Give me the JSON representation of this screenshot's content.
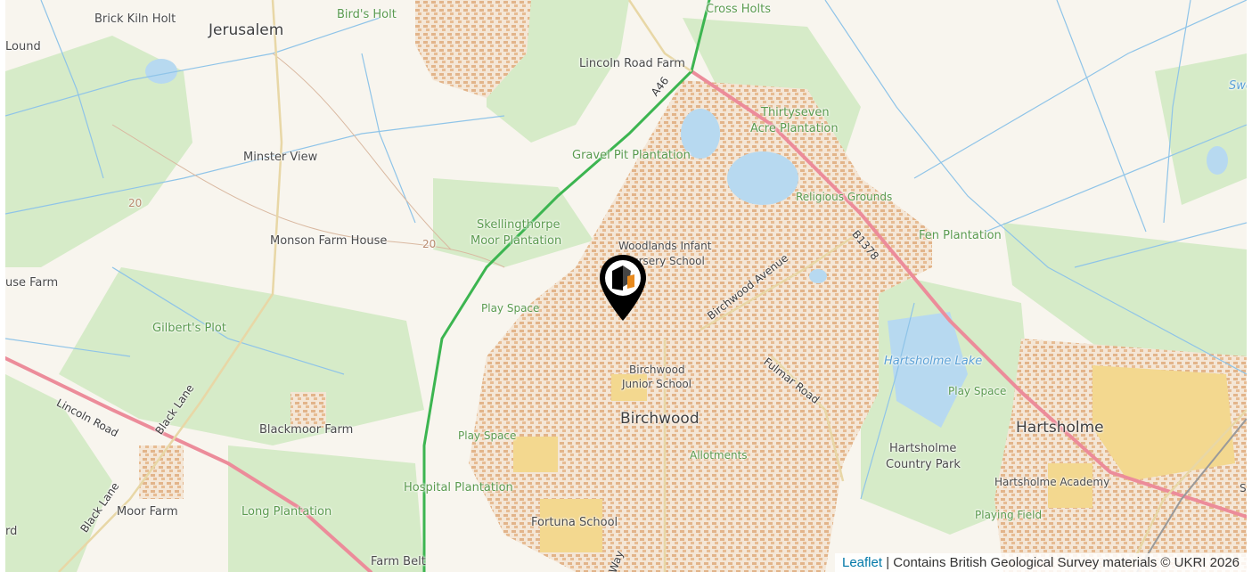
{
  "attribution": {
    "link": "Leaflet",
    "separator": "|",
    "text": "Contains British Geological Survey materials © UKRI 2026"
  },
  "labels": {
    "brick_kiln_holt": "Brick Kiln Holt",
    "jerusalem": "Jerusalem",
    "birds_holt": "Bird's Holt",
    "cross_holts": "Cross Holts",
    "lound": "Lound",
    "lincoln_road_farm": "Lincoln Road Farm",
    "a46": "A46",
    "thirtyseven_1": "Thirtyseven",
    "thirtyseven_2": "Acre Plantation",
    "minster_view": "Minster View",
    "gravel_pit_plantation": "Gravel Pit Plantation",
    "religious_grounds": "Religious Grounds",
    "contour_20a": "20",
    "contour_20b": "20",
    "skellingthorpe_1": "Skellingthorpe",
    "skellingthorpe_2": "Moor Plantation",
    "monson_farm_house": "Monson Farm House",
    "woodlands_1": "Woodlands Infant",
    "woodlands_2": "Nursery School",
    "b1378": "B1378",
    "fen_plantation": "Fen Plantation",
    "use_farm": "use Farm",
    "birchwood_avenue": "Birchwood Avenue",
    "play_space_1": "Play Space",
    "gilberts_plot": "Gilbert's Plot",
    "fulmar_road": "Fulmar Road",
    "hartsholme_lake": "Hartsholme Lake",
    "birchwood_junior_1": "Birchwood",
    "birchwood_junior_2": "Junior School",
    "lincoln_road": "Lincoln Road",
    "black_lane_1": "Black Lane",
    "play_space_2": "Play Space",
    "birchwood": "Birchwood",
    "hartsholme": "Hartsholme",
    "blackmoor_farm": "Blackmoor Farm",
    "play_space_3": "Play Space",
    "hartsholme_cp_1": "Hartsholme",
    "hartsholme_cp_2": "Country Park",
    "allotments": "Allotments",
    "hospital_plantation": "Hospital Plantation",
    "hartsholme_academy": "Hartsholme Academy",
    "black_lane_2": "Black Lane",
    "moor_farm": "Moor Farm",
    "long_plantation": "Long Plantation",
    "playing_field": "Playing Field",
    "fortuna_school": "Fortuna School",
    "rd": "rd",
    "farm_belt": "Farm Belt",
    "way": "Way",
    "swo": "Swo",
    "s_edge": "S"
  },
  "marker": {
    "icon": "map-pin-icon",
    "color": "#000000"
  },
  "colors": {
    "land": "#f8f5ee",
    "woodland": "#d6ebc8",
    "water": "#b7d9f0",
    "buildings": "#e2b48a",
    "a_road": "#3cb550",
    "b_road": "#ec8c9a",
    "school": "#f3d88f"
  }
}
